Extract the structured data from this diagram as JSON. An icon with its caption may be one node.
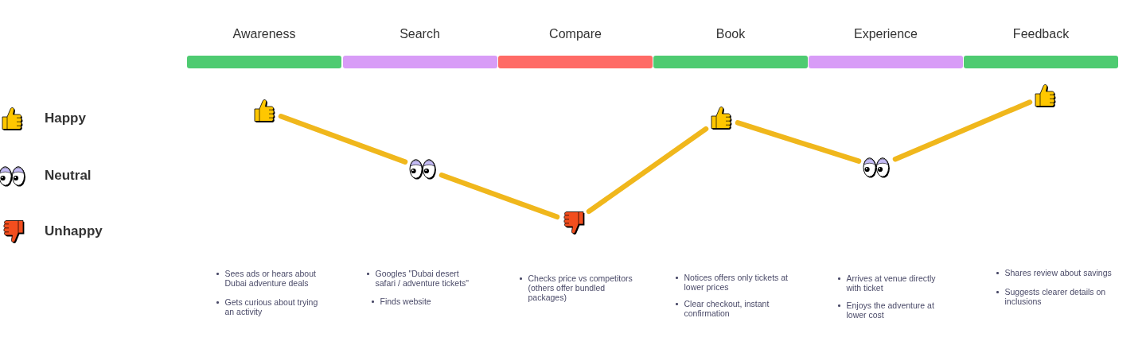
{
  "diagram": {
    "nodes": [
      {
        "text": [
          "Awareness"
        ]
      },
      {
        "text": [
          "Search"
        ]
      },
      {
        "text": [
          "Compare"
        ]
      },
      {
        "text": [
          "Book"
        ]
      },
      {
        "text": [
          "Experience"
        ]
      },
      {
        "text": [
          "Feedback"
        ]
      },
      {
        "text": [],
        "shape": "picture"
      },
      {
        "text": [],
        "shape": "picture"
      },
      {
        "text": [],
        "shape": "picture"
      },
      {
        "text": [],
        "shape": "picture"
      },
      {
        "text": [],
        "shape": "picture"
      },
      {
        "text": [],
        "shape": "picture"
      }
    ],
    "edges": [
      {
        "from": 6,
        "to": 7,
        "arrow": "none"
      },
      {
        "from": 7,
        "to": 8,
        "arrow": "none"
      },
      {
        "from": 8,
        "to": 9,
        "arrow": "none"
      },
      {
        "from": 9,
        "to": 10,
        "arrow": "none"
      },
      {
        "from": 10,
        "to": 11,
        "arrow": "none"
      }
    ],
    "labels": [
      "Sees ads or hears about Dubai adventure deals",
      "Gets curious about trying an activity",
      "Googles \"Dubai desert safari / adventure tickets\"",
      "Finds website",
      "Checks price vs competitors (others offer bundled packages)",
      "Notices offers only tickets at lower prices",
      "Clear checkout, instant confirmation",
      "Arrives at venue directly with ticket",
      "Enjoys the adventure at lower cost",
      "Shares review about savings",
      "Suggests clearer details on inclusions"
    ],
    "legend": [
      {
        "text": "Happy"
      },
      {
        "text": "Neutral"
      },
      {
        "text": "Unhappy"
      }
    ]
  }
}
